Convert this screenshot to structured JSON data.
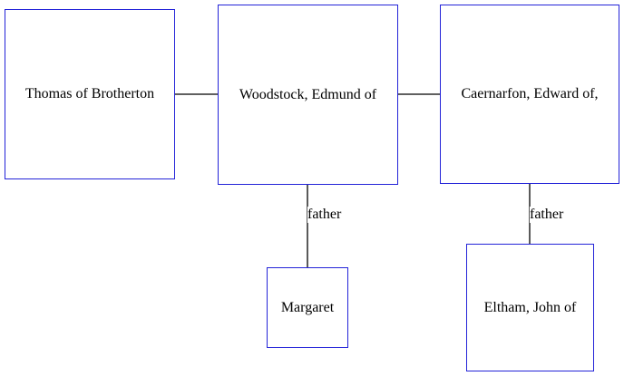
{
  "diagram": {
    "nodes": {
      "thomas": "Thomas of Brotherton",
      "edmund": "Woodstock, Edmund of",
      "edward": "Caernarfon, Edward of,",
      "margaret": "Margaret",
      "john": "Eltham, John of"
    },
    "edges": [
      {
        "from": "thomas",
        "to": "edmund",
        "label": ""
      },
      {
        "from": "edmund",
        "to": "edward",
        "label": ""
      },
      {
        "from": "edmund",
        "to": "margaret",
        "label": "father"
      },
      {
        "from": "edward",
        "to": "john",
        "label": "father"
      }
    ],
    "colors": {
      "node_border": "#2323d8",
      "edge": "#000000"
    }
  }
}
